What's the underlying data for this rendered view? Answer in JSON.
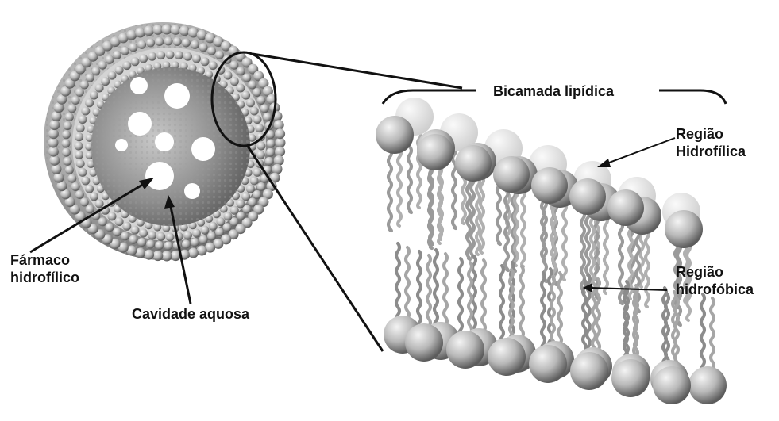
{
  "labels": {
    "bilayer": "Bicamada lipídica",
    "hydrophilic_region": [
      "Região",
      "Hidrofílica"
    ],
    "hydrophobic_region": [
      "Região",
      "hidrofóbica"
    ],
    "hydrophilic_drug": [
      "Fármaco",
      "hidrofílico"
    ],
    "aqueous_cavity": "Cavidade aquosa"
  },
  "colors": {
    "ink": "#111111",
    "sphere_light": "#f2f2f2",
    "sphere_dark": "#5a5a5a",
    "cavity": "#8e8e8e",
    "tail": "#9a9a9a"
  }
}
